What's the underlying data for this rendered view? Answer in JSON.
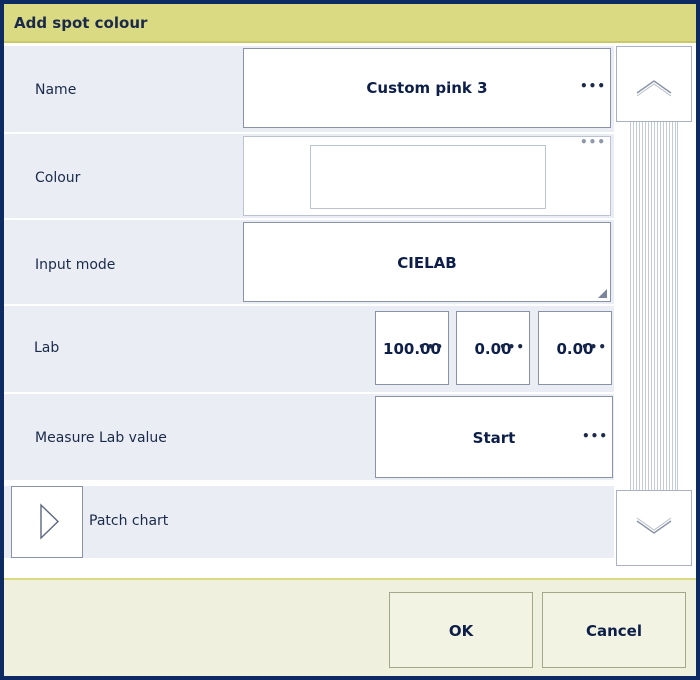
{
  "dialog": {
    "title": "Add spot colour"
  },
  "fields": {
    "name": {
      "label": "Name",
      "value": "Custom pink 3"
    },
    "colour": {
      "label": "Colour"
    },
    "input_mode": {
      "label": "Input mode",
      "value": "CIELAB"
    },
    "lab": {
      "label": "Lab",
      "l": "100.00",
      "a": "0.00",
      "b": "0.00"
    },
    "measure": {
      "label": "Measure Lab value",
      "button_label": "Start"
    },
    "patch_chart": {
      "label": "Patch chart"
    }
  },
  "more_indicator": "•••",
  "buttons": {
    "ok": "OK",
    "cancel": "Cancel"
  },
  "icons": {
    "scroll_up": "chevron-up-icon",
    "scroll_down": "chevron-down-icon",
    "expand": "triangle-right-icon"
  },
  "colors": {
    "frame": "#0d2a63",
    "title_bar": "#dada82",
    "row_background": "#eaeef4",
    "footer": "#eff0de"
  }
}
